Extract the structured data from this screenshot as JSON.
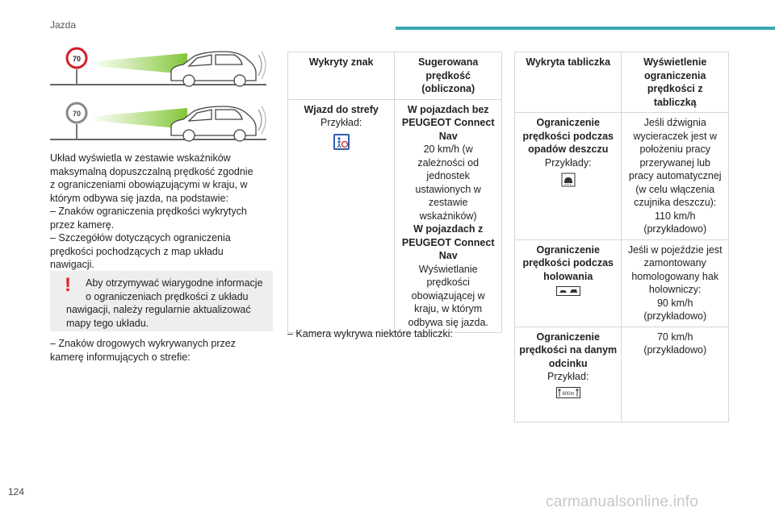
{
  "header": {
    "section": "Jazda",
    "accent": "#3aa9b5"
  },
  "page_number": "124",
  "watermark": "carmanualsonline.info",
  "illustrations": {
    "sign1": "70",
    "sign2": "70"
  },
  "intro": {
    "lines": [
      "Układ wyświetla w zestawie wskaźników",
      "maksymalną dopuszczalną prędkość zgodnie",
      "z ograniczeniami obowiązującymi w kraju, w",
      "którym odbywa się jazda, na podstawie:",
      "–  Znaków ograniczenia prędkości wykrytych",
      "przez kamerę.",
      "–  Szczegółów dotyczących ograniczenia",
      "prędkości pochodzących z map układu",
      "nawigacji."
    ]
  },
  "warning": {
    "lines": [
      "Aby otrzymywać wiarygodne informacje",
      "o ograniczeniach prędkości z układu",
      "nawigacji, należy regularnie aktualizować",
      "mapy tego układu."
    ],
    "color": "#e51b24"
  },
  "after_warning": {
    "lines": [
      "–  Znaków drogowych wykrywanych przez",
      "kamerę informujących o strefie:"
    ]
  },
  "table1": {
    "headers": [
      "Wykryty znak",
      "Sugerowana prędkość (obliczona)"
    ],
    "row": {
      "left_title": "Wjazd do strefy",
      "left_sub": "Przykład:",
      "right_bold1": "W pojazdach bez PEUGEOT Connect Nav",
      "right_text1": "20 km/h (w zależności od jednostek ustawionych w zestawie wskaźników)",
      "right_bold2": "W pojazdach z PEUGEOT Connect Nav",
      "right_text2": "Wyświetlanie prędkości obowiązującej w kraju, w którym odbywa się jazda."
    }
  },
  "col2_after": "–  Kamera wykrywa niektóre tabliczki:",
  "table2": {
    "headers": [
      "Wykryta tabliczka",
      "Wyświetlenie ograniczenia prędkości z tabliczką"
    ],
    "rows": [
      {
        "title": "Ograniczenie prędkości podczas opadów deszczu",
        "sub": "Przykłady:",
        "desc": "Jeśli dźwignia wycieraczek jest w położeniu pracy przerywanej lub pracy automatycznej (w celu włączenia czujnika deszczu):",
        "value": "110 km/h",
        "note": "(przykładowo)"
      },
      {
        "title": "Ograniczenie prędkości podczas holowania",
        "sub": "",
        "desc": "Jeśli w pojeździe jest zamontowany homologowany hak holowniczy:",
        "value": "90 km/h",
        "note": "(przykładowo)"
      },
      {
        "title": "Ograniczenie prędkości na danym odcinku",
        "sub": "Przykład:",
        "desc": "",
        "value": "70 km/h",
        "note": "(przykładowo)",
        "plate_text": "800m"
      }
    ]
  }
}
